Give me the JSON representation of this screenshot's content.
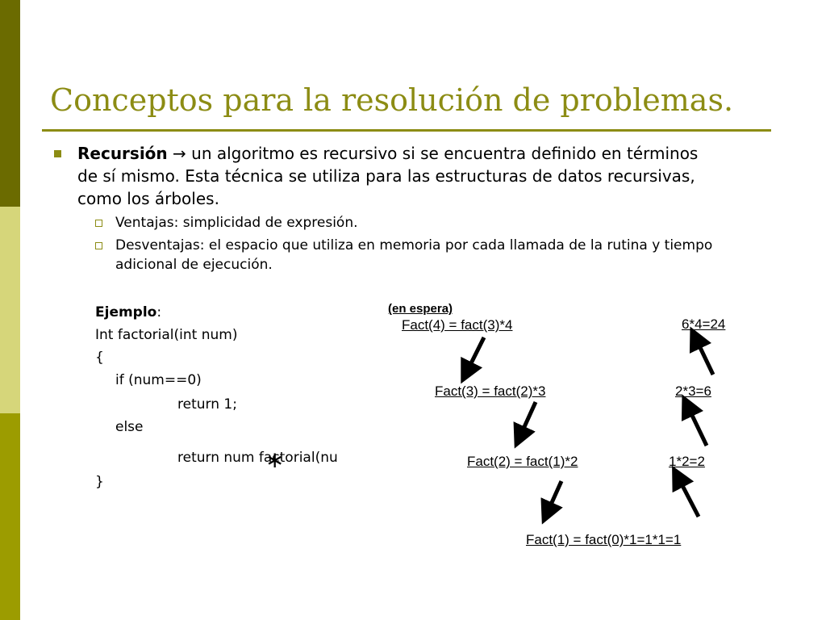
{
  "title": "Conceptos para la resolución de problemas.",
  "bullet": {
    "term": "Recursión",
    "arrow": "→",
    "text": " un algoritmo es recursivo si se encuentra definido en términos de sí mismo. Esta técnica se utiliza para las estructuras de datos recursivas, como los árboles."
  },
  "sub_bullets": [
    "Ventajas: simplicidad de expresión.",
    "Desventajas: el espacio que utiliza en memoria por cada llamada de la rutina y tiempo adicional de ejecución."
  ],
  "code": {
    "label": "Ejemplo",
    "colon": ":",
    "lines": [
      "Int factorial(int num)",
      "{",
      "if (num==0)",
      "return 1;",
      "else",
      "return num factorial(nu",
      "}"
    ],
    "star": "∗"
  },
  "diagram": {
    "waiting_label": "(en espera)",
    "calls": [
      "Fact(4) = fact(3)*4",
      "Fact(3) = fact(2)*3",
      "Fact(2) = fact(1)*2",
      "Fact(1) = fact(0)*1=1*1=1"
    ],
    "results": [
      "6*4=24",
      "2*3=6",
      "1*2=2"
    ]
  },
  "colors": {
    "accent": "#8c8c14",
    "sidebar_dark": "#6b6b00",
    "sidebar_light": "#d6d67a",
    "sidebar_mid": "#9c9c00"
  }
}
